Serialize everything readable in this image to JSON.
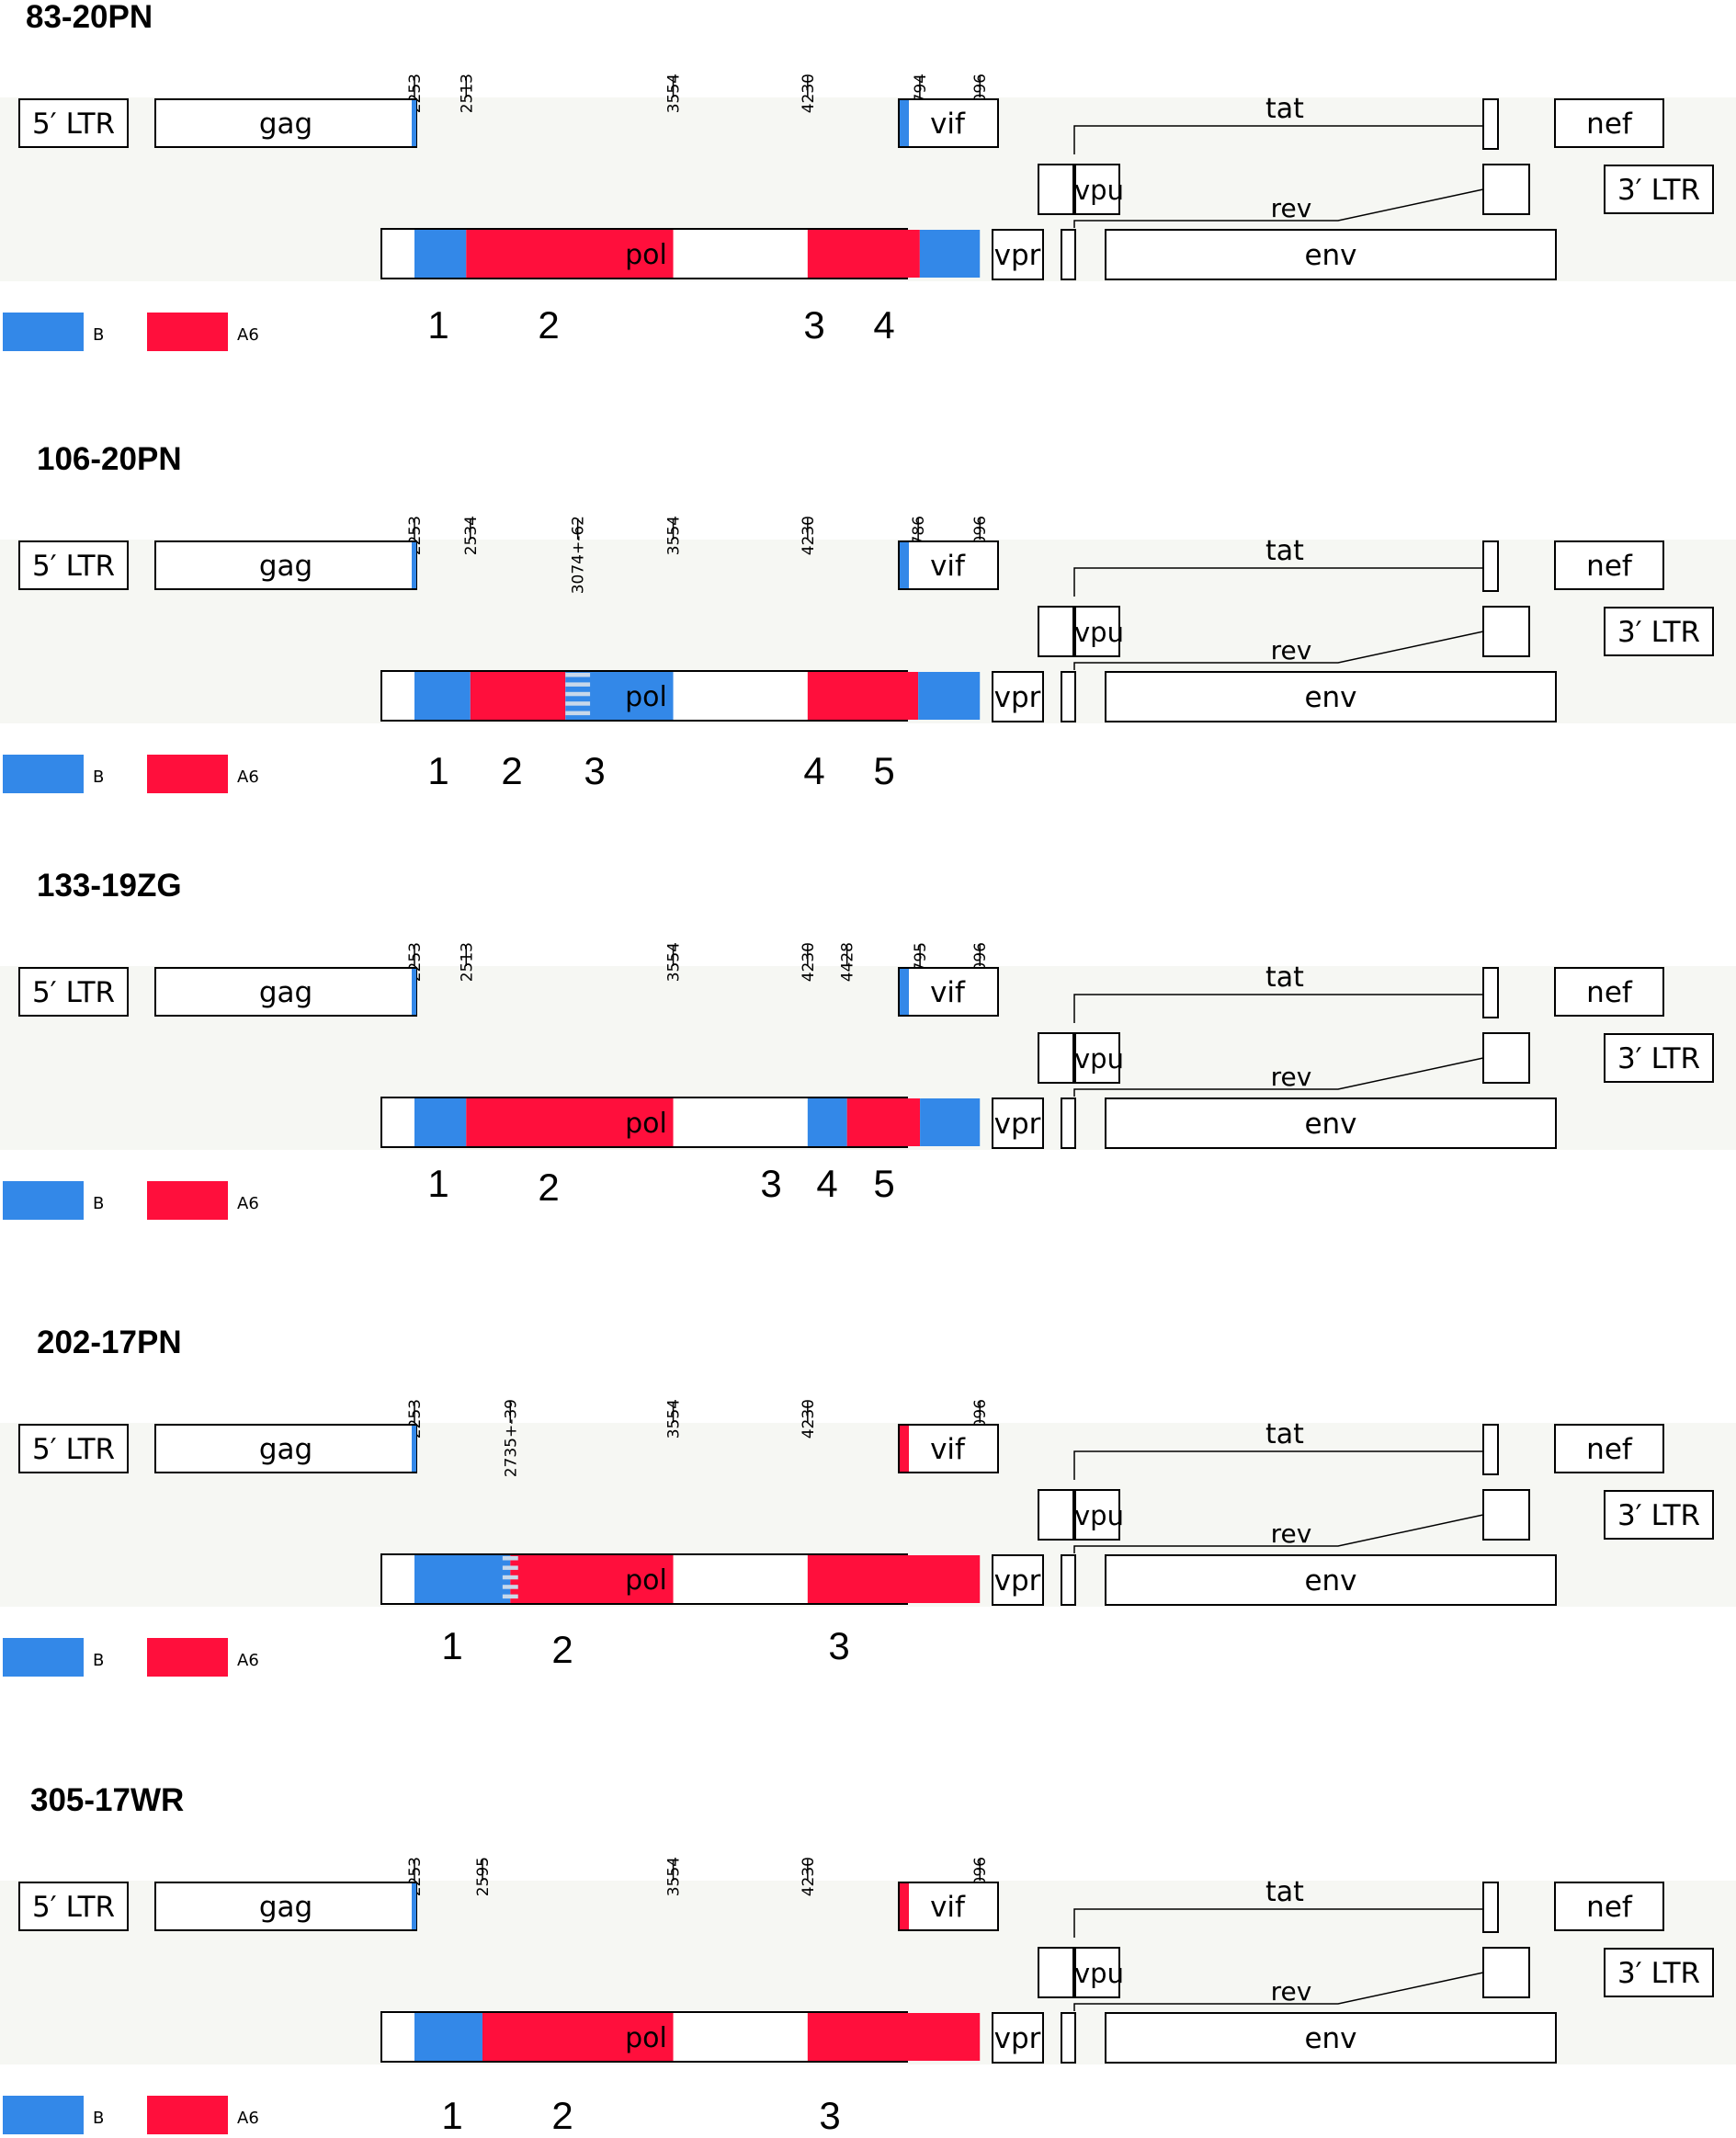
{
  "colors": {
    "B": "#3388e8",
    "A6": "#ff0f3c",
    "band": "#f6f7f3",
    "stroke": "#000000",
    "box_fill": "#ffffff",
    "stripe": "#c8d8ea"
  },
  "genes": {
    "ltr5": "5′ LTR",
    "gag": "gag",
    "vif": "vif",
    "tat": "tat",
    "nef": "nef",
    "vpu": "vpu",
    "ltr3": "3′ LTR",
    "rev": "rev",
    "pol": "pol",
    "vpr": "vpr",
    "env": "env"
  },
  "legend": [
    {
      "label": "B",
      "color": "#3388e8"
    },
    {
      "label": "A6",
      "color": "#ff0f3c"
    }
  ],
  "panels": [
    {
      "title": "83-20PN",
      "breakpoints": [
        "2253",
        "2513",
        "3554",
        "4230",
        "4794",
        "5096"
      ],
      "vif_color": "B",
      "pol_segments": [
        {
          "from": 2253,
          "to": 2513,
          "color": "B"
        },
        {
          "from": 2513,
          "to": 3554,
          "color": "A6"
        },
        {
          "from": 4230,
          "to": 4794,
          "color": "A6"
        },
        {
          "from": 4794,
          "to": 5096,
          "color": "B"
        }
      ],
      "stripes": [],
      "region_numbers": [
        "1",
        "2",
        "3",
        "4"
      ]
    },
    {
      "title": "106-20PN",
      "breakpoints": [
        "2253",
        "2534",
        "3074+-62",
        "3554",
        "4230",
        "4786",
        "5096"
      ],
      "vif_color": "B",
      "pol_segments": [
        {
          "from": 2253,
          "to": 2534,
          "color": "B"
        },
        {
          "from": 2534,
          "to": 3012,
          "color": "A6"
        },
        {
          "from": 3012,
          "to": 3554,
          "color": "B"
        },
        {
          "from": 4230,
          "to": 4786,
          "color": "A6"
        },
        {
          "from": 4786,
          "to": 5096,
          "color": "B"
        }
      ],
      "stripes": [
        {
          "from": 3012,
          "to": 3136
        }
      ],
      "region_numbers": [
        "1",
        "2",
        "3",
        "4",
        "5"
      ]
    },
    {
      "title": "133-19ZG",
      "breakpoints": [
        "2253",
        "2513",
        "3554",
        "4230",
        "4428",
        "4795",
        "5096"
      ],
      "vif_color": "B",
      "pol_segments": [
        {
          "from": 2253,
          "to": 2513,
          "color": "B"
        },
        {
          "from": 2513,
          "to": 3554,
          "color": "A6"
        },
        {
          "from": 4230,
          "to": 4428,
          "color": "B"
        },
        {
          "from": 4428,
          "to": 4795,
          "color": "A6"
        },
        {
          "from": 4795,
          "to": 5096,
          "color": "B"
        }
      ],
      "stripes": [],
      "region_numbers": [
        "1",
        "2",
        "3",
        "4",
        "5"
      ]
    },
    {
      "title": "202-17PN",
      "breakpoints": [
        "2253",
        "2735+-39",
        "3554",
        "4230",
        "5096"
      ],
      "vif_color": "A6",
      "pol_segments": [
        {
          "from": 2253,
          "to": 2735,
          "color": "B"
        },
        {
          "from": 2735,
          "to": 3554,
          "color": "A6"
        },
        {
          "from": 4230,
          "to": 5096,
          "color": "A6"
        }
      ],
      "stripes": [
        {
          "from": 2696,
          "to": 2774
        }
      ],
      "region_numbers": [
        "1",
        "2",
        "3"
      ]
    },
    {
      "title": "305-17WR",
      "breakpoints": [
        "2253",
        "2595",
        "3554",
        "4230",
        "5096"
      ],
      "vif_color": "A6",
      "pol_segments": [
        {
          "from": 2253,
          "to": 2595,
          "color": "B"
        },
        {
          "from": 2595,
          "to": 3554,
          "color": "A6"
        },
        {
          "from": 4230,
          "to": 5096,
          "color": "A6"
        }
      ],
      "stripes": [],
      "region_numbers": [
        "1",
        "2",
        "3"
      ]
    }
  ]
}
